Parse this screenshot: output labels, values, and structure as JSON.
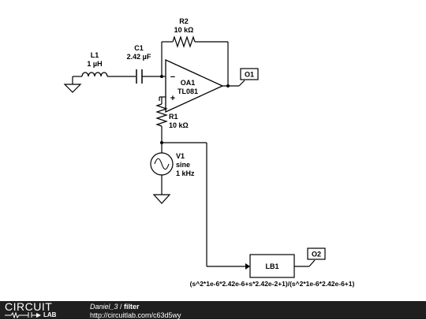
{
  "components": {
    "l1": {
      "name": "L1",
      "value": "1 µH"
    },
    "c1": {
      "name": "C1",
      "value": "2.42 µF"
    },
    "r2": {
      "name": "R2",
      "value": "10 kΩ"
    },
    "oa1": {
      "name": "OA1",
      "model": "TL081",
      "minus": "−",
      "plus": "+"
    },
    "r1": {
      "name": "R1",
      "value": "10 kΩ"
    },
    "v1": {
      "name": "V1",
      "type": "sine",
      "freq": "1 kHz"
    },
    "lb1": {
      "name": "LB1",
      "expr": "(s^2*1e-6*2.42e-6+s*2.42e-2+1)/(s^2*1e-6*2.42e-6+1)"
    }
  },
  "probes": {
    "o1": "O1",
    "o2": "O2"
  },
  "footer": {
    "logo_top": "CIRCUIT",
    "logo_bottom": "LAB",
    "author": "Daniel_3",
    "separator": " / ",
    "title": "filter",
    "url": "http://circuitlab.com/c63d5wy"
  }
}
